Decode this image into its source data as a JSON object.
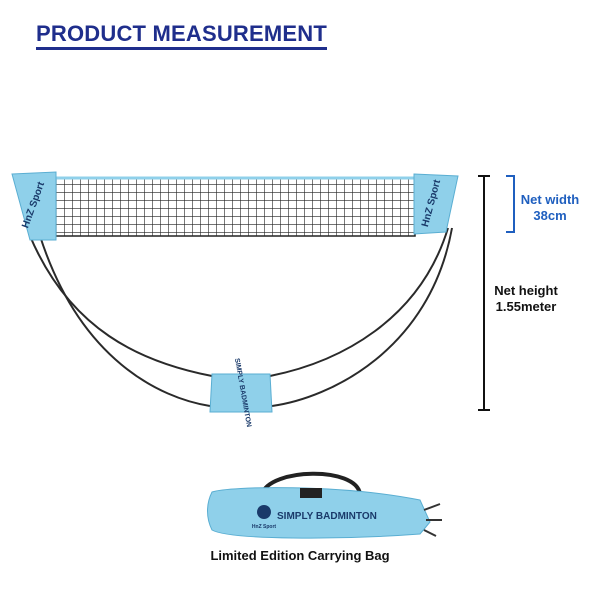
{
  "heading": "PRODUCT MEASUREMENT",
  "brand_left": "HnZ Sport",
  "brand_right": "HnZ Sport",
  "center_pocket_text": "SIMPLY BADMINTON",
  "net_width": {
    "label": "Net width",
    "value": "38cm"
  },
  "net_height": {
    "label": "Net height",
    "value": "1.55meter"
  },
  "bag": {
    "brand": "HnZ Sport",
    "text": "SIMPLY BADMINTON",
    "caption": "Limited Edition Carrying Bag"
  },
  "colors": {
    "heading": "#1f2e8c",
    "net_fabric": "#8fd0ea",
    "width_marker": "#1f5fbf",
    "ink": "#111111"
  }
}
